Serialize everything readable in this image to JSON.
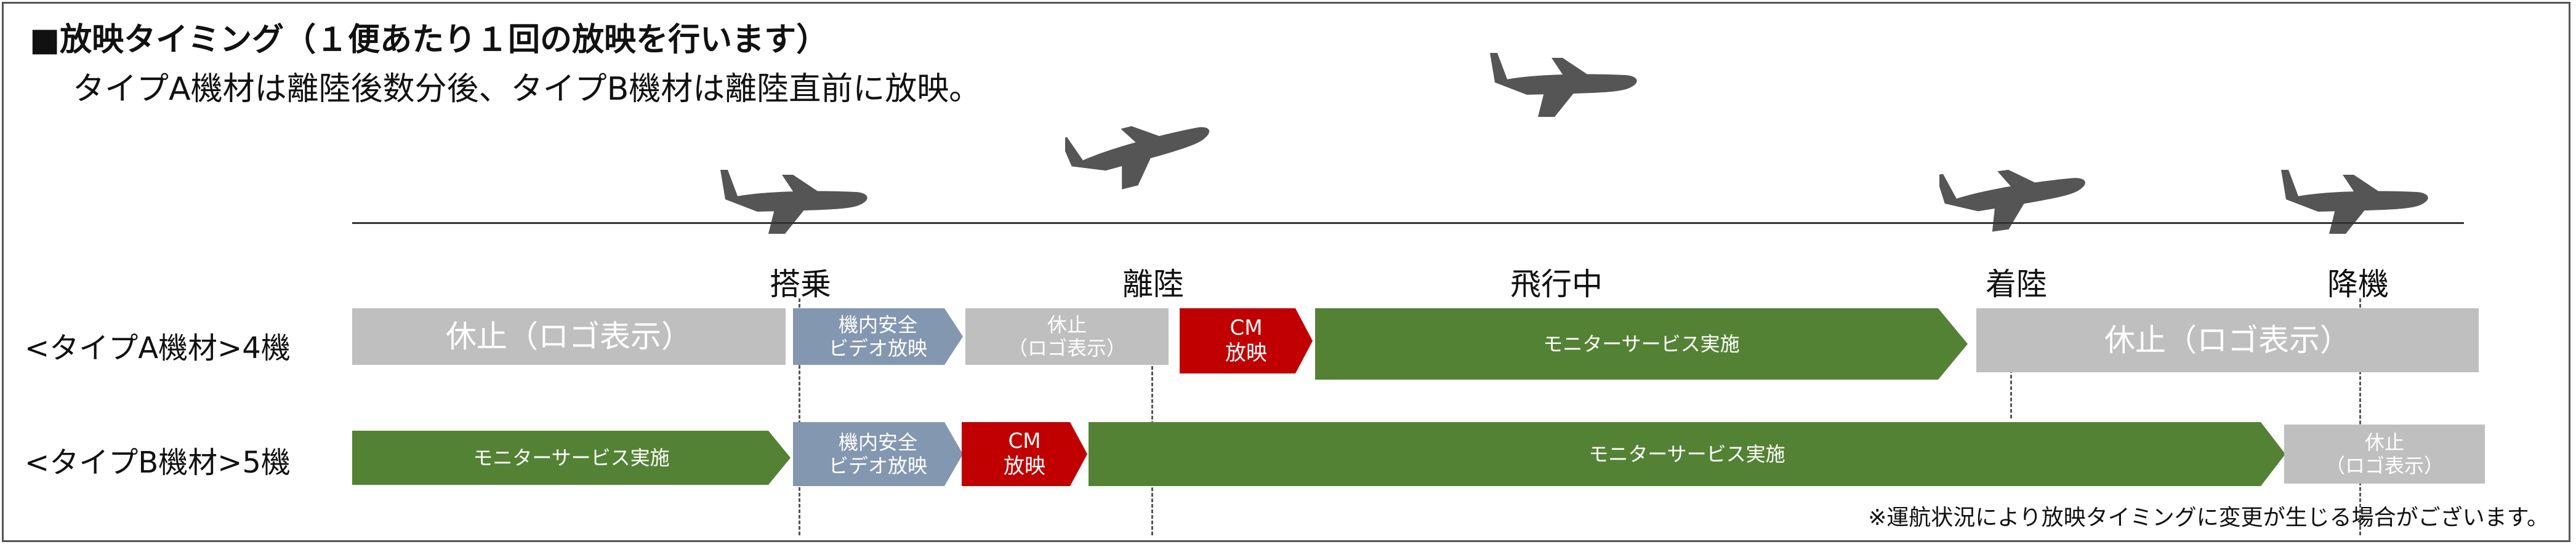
{
  "title": "■放映タイミング（１便あたり１回の放映を行います）",
  "subtitle": "タイプA機材は離陸後数分後、タイプB機材は離陸直前に放映。",
  "phases": {
    "boarding": "搭乗",
    "takeoff": "離陸",
    "cruise": "飛行中",
    "landing": "着陸",
    "deplane": "降機"
  },
  "rows": {
    "a": {
      "label": "<タイプA機材>4機",
      "seg1": "休止（ロゴ表示）",
      "seg2_line1": "機内安全",
      "seg2_line2": "ビデオ放映",
      "seg3_line1": "休止",
      "seg3_line2": "（ロゴ表示）",
      "seg4_line1": "CM",
      "seg4_line2": "放映",
      "seg5": "モニターサービス実施",
      "seg6": "休止（ロゴ表示）"
    },
    "b": {
      "label": "<タイプB機材>5機",
      "seg1": "モニターサービス実施",
      "seg2_line1": "機内安全",
      "seg2_line2": "ビデオ放映",
      "seg3_line1": "CM",
      "seg3_line2": "放映",
      "seg4": "モニターサービス実施",
      "seg5_line1": "休止",
      "seg5_line2": "（ロゴ表示）"
    }
  },
  "note": "※運航状況により放映タイミングに変更が生じる場合がございます。",
  "colors": {
    "pause": "#bfbfbf",
    "safety_video": "#8497b0",
    "cm": "#c00000",
    "monitor_service": "#548235",
    "plane": "#555555"
  },
  "icons": [
    "airplane-icon"
  ]
}
